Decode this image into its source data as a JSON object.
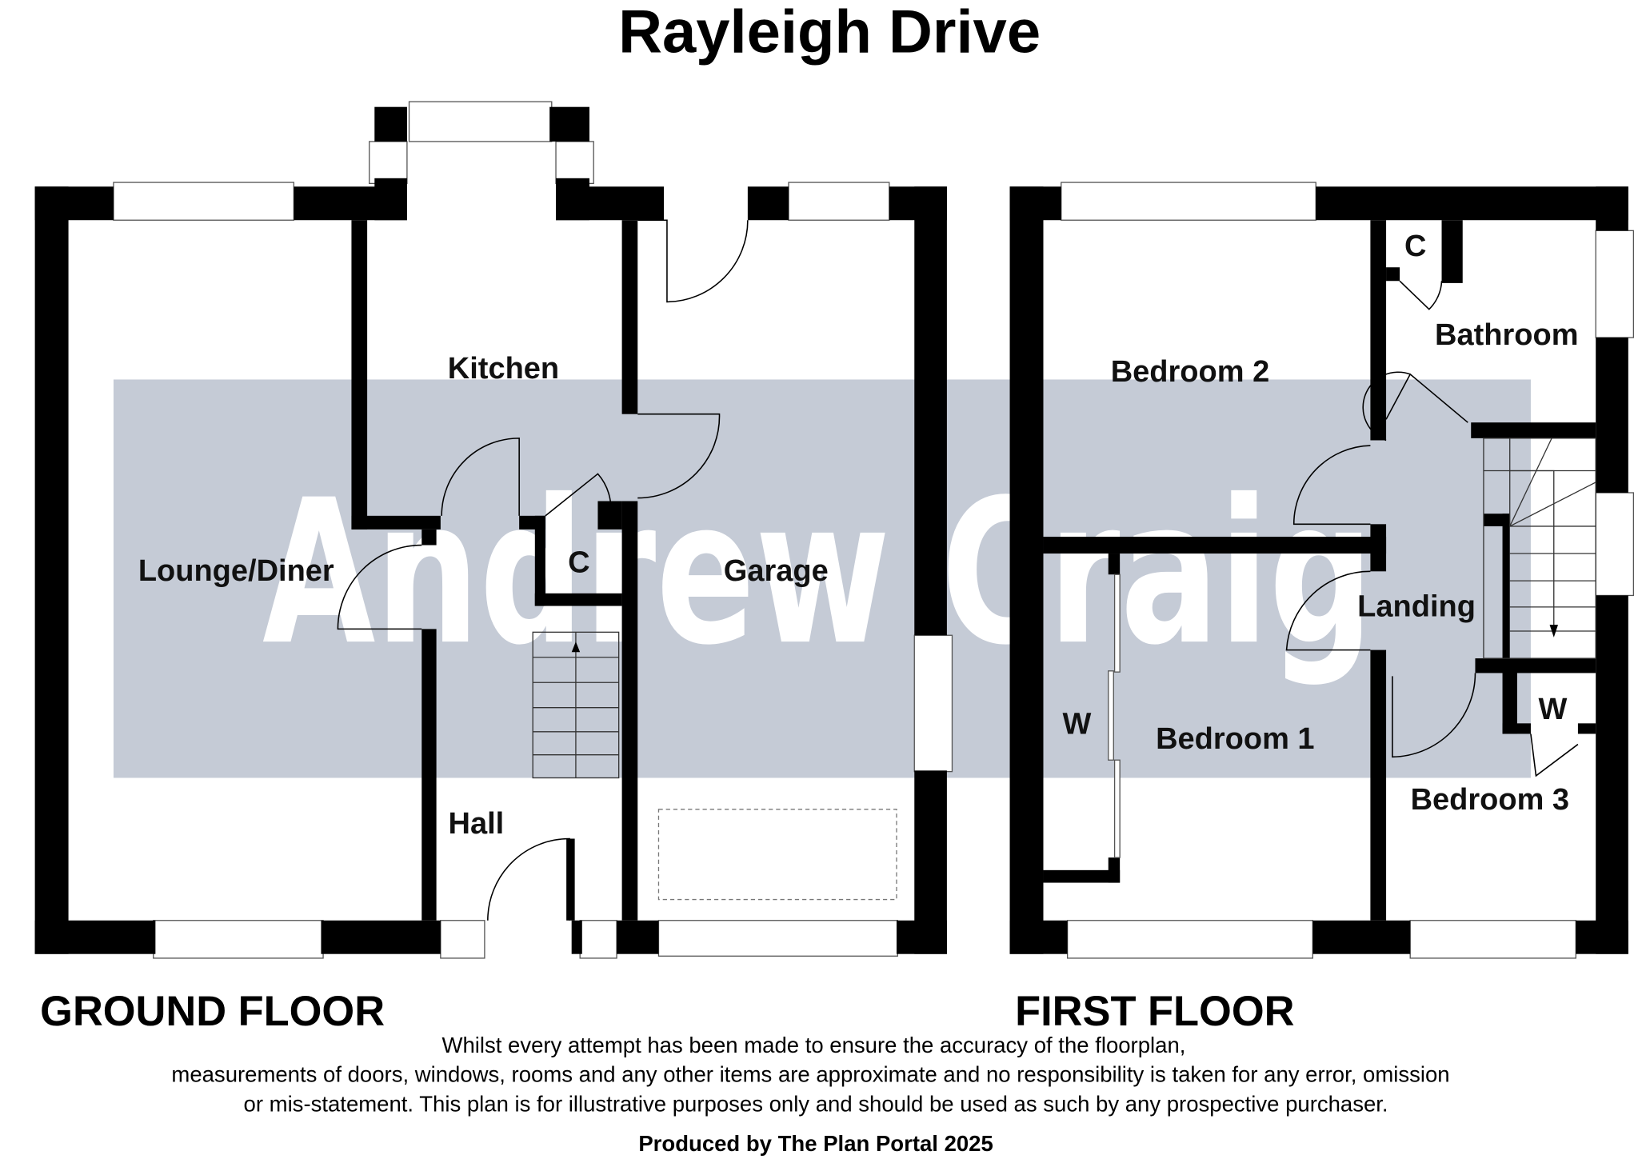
{
  "title": "Rayleigh Drive",
  "watermark": {
    "text": "Andrew Craig",
    "color": "#c5cbd6"
  },
  "ground_floor": {
    "label": "GROUND FLOOR",
    "rooms": {
      "lounge": "Lounge/Diner",
      "kitchen": "Kitchen",
      "garage": "Garage",
      "cupboard": "C",
      "hall": "Hall"
    }
  },
  "first_floor": {
    "label": "FIRST FLOOR",
    "rooms": {
      "bedroom2": "Bedroom 2",
      "bathroom": "Bathroom",
      "cupboard": "C",
      "landing": "Landing",
      "bedroom1": "Bedroom 1",
      "wardrobe1": "W",
      "wardrobe3": "W",
      "bedroom3": "Bedroom 3"
    }
  },
  "disclaimer": [
    "Whilst every attempt has been made to ensure the accuracy of the floorplan,",
    "measurements of doors, windows, rooms and any other items are approximate and no responsibility is taken for any error, omission",
    "or mis-statement. This plan is for illustrative purposes only and should be used as such by any prospective purchaser."
  ],
  "produced_by": "Produced by The Plan Portal 2025"
}
